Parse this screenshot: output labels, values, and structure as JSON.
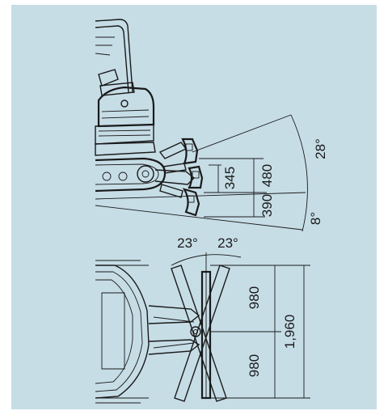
{
  "colors": {
    "background": "#c6dde6",
    "ink": "#1a1a1a",
    "page": "#ffffff"
  },
  "side_view": {
    "dim_345": "345",
    "dim_480": "480",
    "dim_390": "390",
    "angle_up": "28°",
    "angle_down": "8°"
  },
  "top_view": {
    "angle_left": "23°",
    "angle_right": "23°",
    "dim_upper": "980",
    "dim_lower": "980",
    "dim_total": "1,960"
  }
}
